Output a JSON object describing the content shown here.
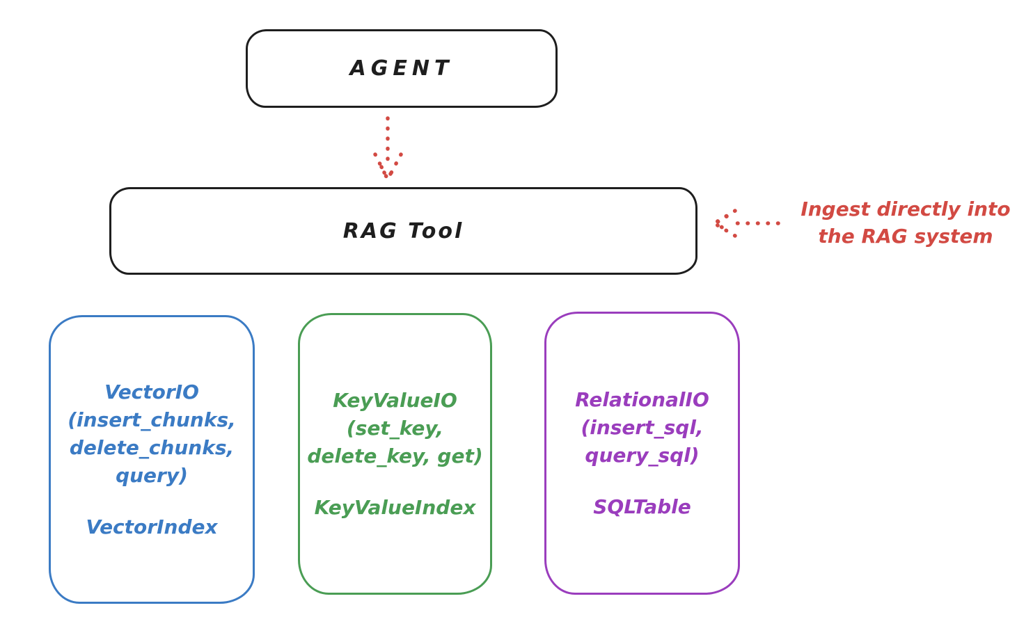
{
  "colors": {
    "background": "#ffffff",
    "ink": "#1e1e1e",
    "red": "#d24a43",
    "blue": "#3b7bc4",
    "green": "#4a9d54",
    "purple": "#9a3dbd"
  },
  "nodes": {
    "agent": {
      "label": "AGENT"
    },
    "rag_tool": {
      "label": "RAG Tool"
    },
    "vector_io": {
      "lines": [
        "VectorIO",
        "(insert_chunks,",
        "delete_chunks,",
        "query)"
      ],
      "index": "VectorIndex",
      "color": "#3b7bc4"
    },
    "key_value_io": {
      "lines": [
        "KeyValueIO",
        "(set_key,",
        "delete_key, get)"
      ],
      "index": "KeyValueIndex",
      "color": "#4a9d54"
    },
    "relational_io": {
      "lines": [
        "RelationalIO",
        "(insert_sql,",
        "query_sql)"
      ],
      "index": "SQLTable",
      "color": "#9a3dbd"
    }
  },
  "annotation": {
    "lines": [
      "Ingest directly into",
      "the RAG system"
    ],
    "color": "#d24a43"
  },
  "arrows": [
    {
      "name": "agent-to-rag-arrow",
      "style": "dotted",
      "direction": "down",
      "color": "#d24a43"
    },
    {
      "name": "ingest-arrow",
      "style": "dotted",
      "direction": "left",
      "color": "#d24a43"
    }
  ]
}
